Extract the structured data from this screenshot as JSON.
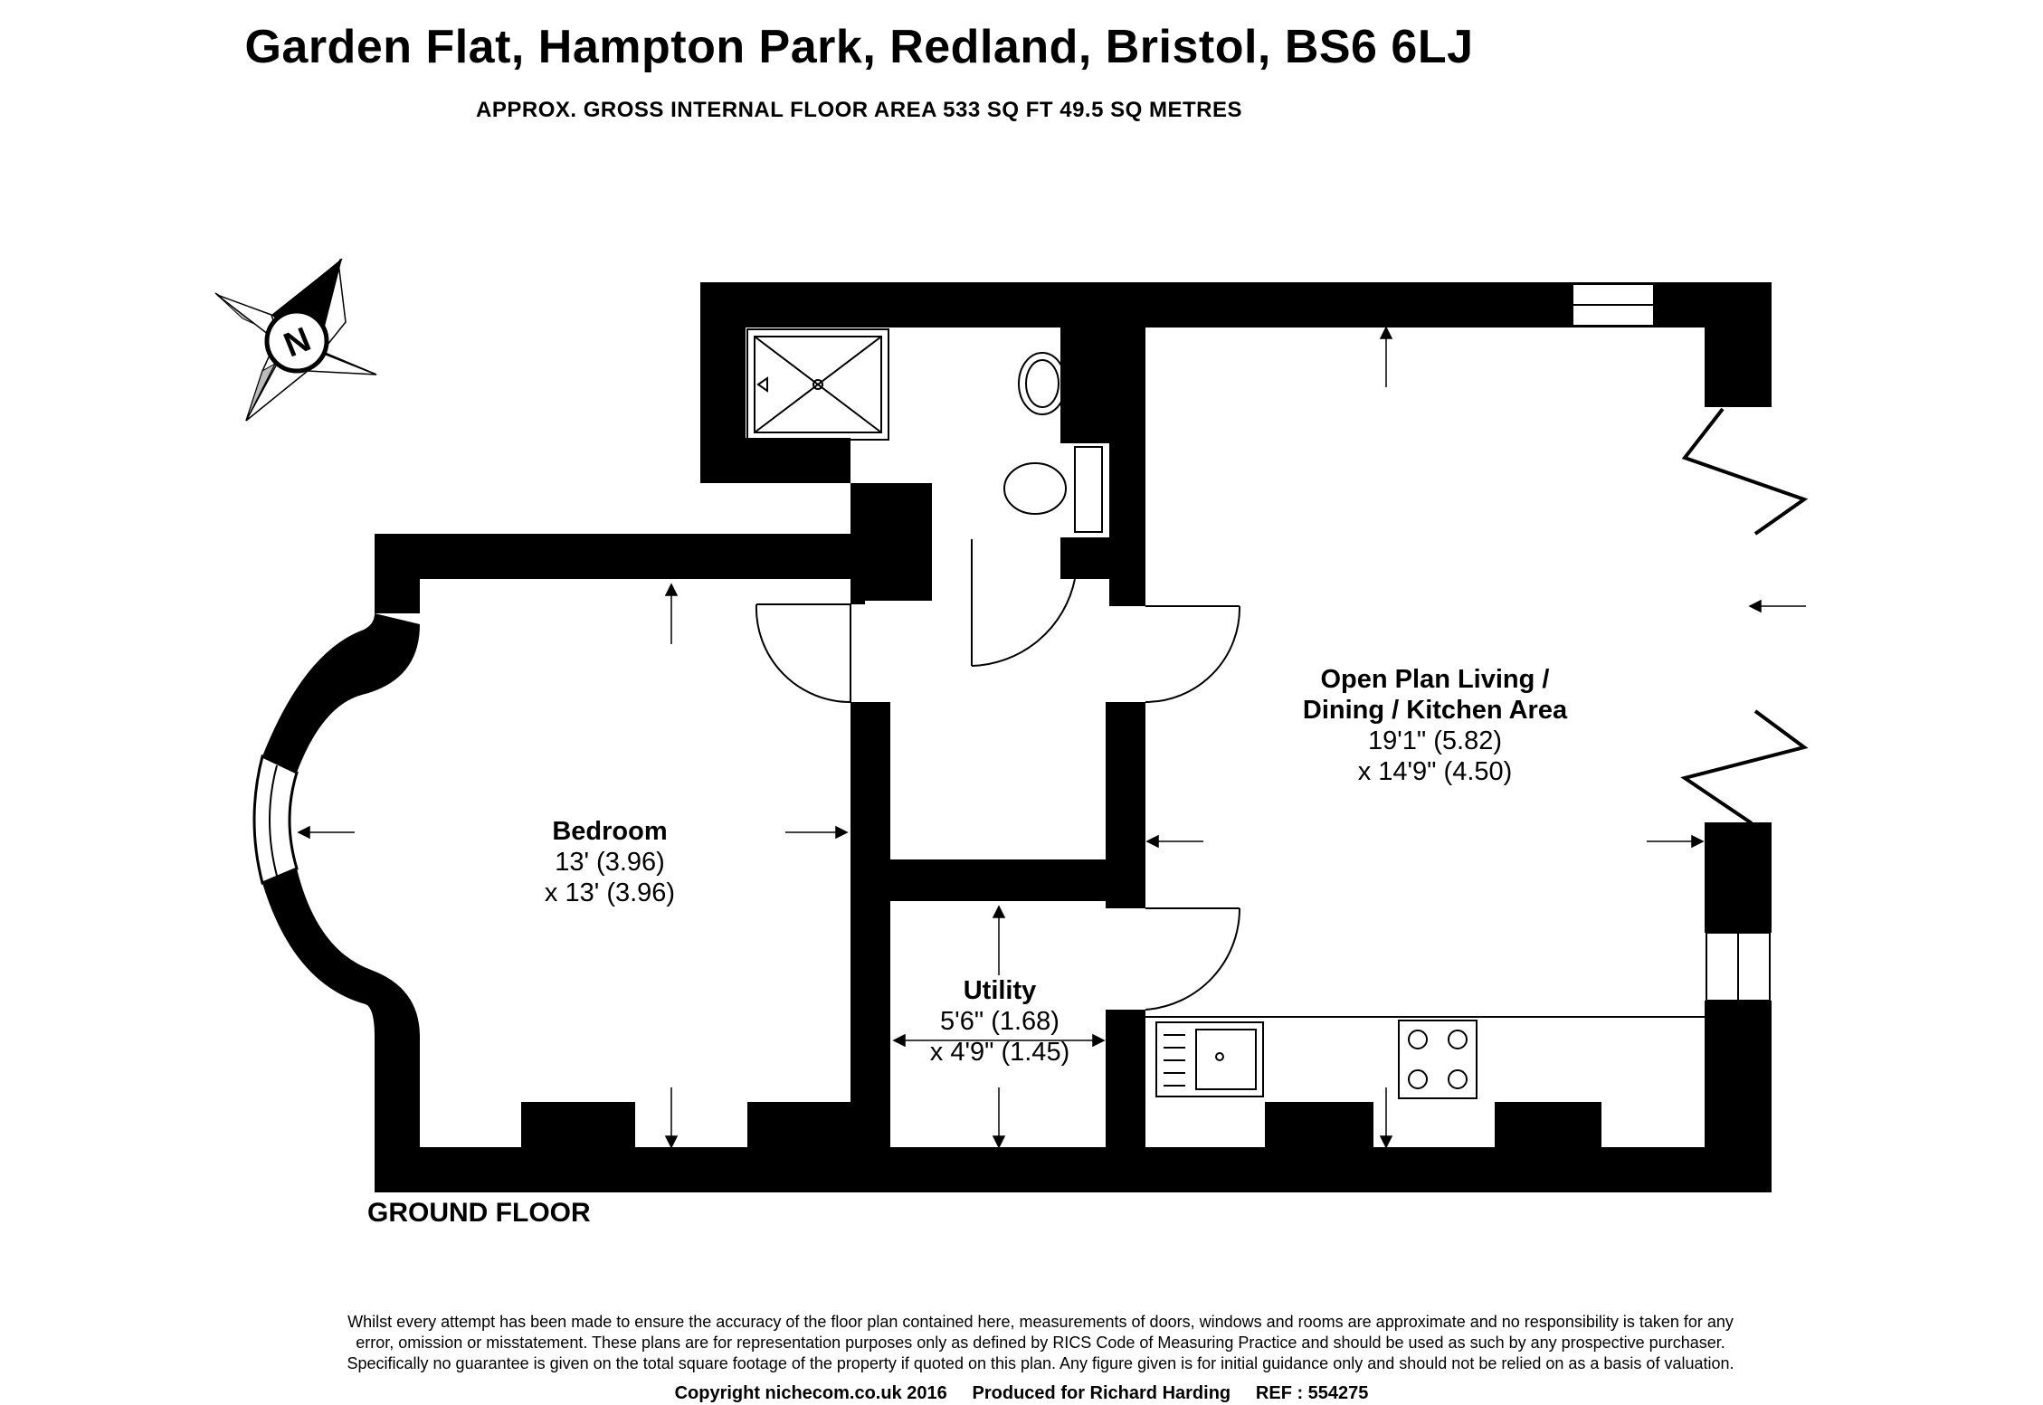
{
  "header": {
    "title": "Garden Flat, Hampton Park, Redland, Bristol, BS6 6LJ",
    "subtitle": "APPROX. GROSS INTERNAL FLOOR AREA 533 SQ FT 49.5 SQ METRES"
  },
  "compass": {
    "letter": "N"
  },
  "rooms": {
    "living": {
      "name_line1": "Open Plan Living /",
      "name_line2": "Dining / Kitchen Area",
      "dim1": "19'1\" (5.82)",
      "dim2": "x 14'9\" (4.50)"
    },
    "bedroom": {
      "name": "Bedroom",
      "dim1": "13' (3.96)",
      "dim2": "x 13' (3.96)"
    },
    "utility": {
      "name": "Utility",
      "dim1": "5'6\" (1.68)",
      "dim2": "x 4'9\" (1.45)"
    }
  },
  "floor_label": "GROUND FLOOR",
  "disclaimer": {
    "line1": "Whilst every attempt has been made to ensure the accuracy of the floor plan contained here, measurements of doors, windows and rooms are approximate and no responsibility is taken for any",
    "line2": "error, omission or misstatement. These plans are for representation purposes only as defined by RICS Code of Measuring Practice and should be used as such by any prospective purchaser.",
    "line3": "Specifically no guarantee is given on the total square footage of the property if quoted on this plan. Any figure given is for initial guidance only and should not be relied on as a basis of valuation."
  },
  "credits": "Copyright nichecom.co.uk 2016     Produced for Richard Harding     REF : 554275"
}
